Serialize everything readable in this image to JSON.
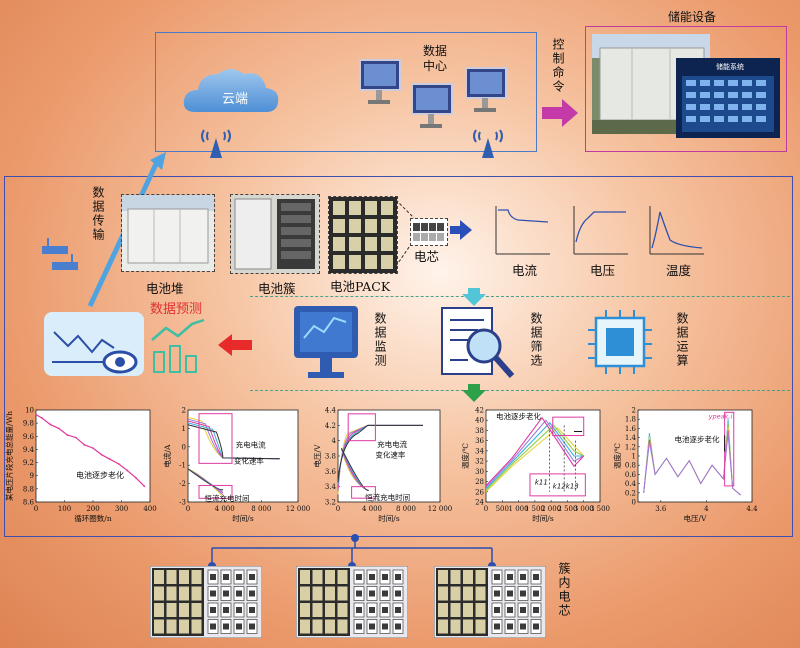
{
  "top": {
    "cloud_label": "云端",
    "datacenter_label": "数据中心",
    "control_label": "控制命令",
    "storage_label": "储能设备",
    "screen_label": "储能系统"
  },
  "hierarchy": {
    "transmission_label": "数据传输",
    "stack_label": "电池堆",
    "cluster_label": "电池簇",
    "pack_label": "电池PACK",
    "cell_label": "电芯",
    "mini_plots": [
      "电流",
      "电压",
      "温度"
    ]
  },
  "process": {
    "prediction_label": "数据预测",
    "monitoring_label": "数据监测",
    "filtering_label": "数据筛选",
    "computing_label": "数据运算"
  },
  "cluster_label": "簇内电芯",
  "chart_data": [
    {
      "type": "line",
      "ylabel": "某电压片段充电总能量/Wh",
      "xlabel": "循环圈数/n",
      "xlim": [
        0,
        400
      ],
      "ylim": [
        8.6,
        10.0
      ],
      "xticks": [
        0,
        100,
        200,
        300,
        400
      ],
      "yticks": [
        8.6,
        8.8,
        9.0,
        9.2,
        9.4,
        9.6,
        9.8,
        10.0
      ],
      "annotation": "电池逐步老化",
      "series": [
        {
          "x": [
            0,
            20,
            50,
            80,
            110,
            140,
            170,
            200,
            230,
            260,
            290,
            320,
            350,
            380
          ],
          "y": [
            9.93,
            9.88,
            9.78,
            9.72,
            9.62,
            9.58,
            9.47,
            9.42,
            9.32,
            9.25,
            9.18,
            9.08,
            8.97,
            8.84
          ]
        }
      ],
      "color": "#e0389a"
    },
    {
      "type": "line",
      "ylabel": "电流/A",
      "xlabel": "时间/s",
      "xlim": [
        0,
        12000
      ],
      "ylim": [
        -3,
        2
      ],
      "xticks": [
        0,
        4000,
        8000,
        12000
      ],
      "xtick_labels": [
        "0",
        "4 000",
        "8 000",
        "12 000"
      ],
      "yticks": [
        -3,
        -2,
        -1,
        0,
        1,
        2
      ],
      "annotations": [
        "充电电流",
        "变化速率",
        "恒流充电时间"
      ]
    },
    {
      "type": "line",
      "ylabel": "电压/V",
      "xlabel": "时间/s",
      "xlim": [
        0,
        12000
      ],
      "ylim": [
        3.2,
        4.4
      ],
      "xticks": [
        0,
        4000,
        8000,
        12000
      ],
      "xtick_labels": [
        "0",
        "4 000",
        "8 000",
        "12 000"
      ],
      "yticks": [
        3.2,
        3.4,
        3.6,
        3.8,
        4.0,
        4.2,
        4.4
      ],
      "annotations": [
        "充电电流",
        "变化速率",
        "恒流充电时间"
      ]
    },
    {
      "type": "line",
      "ylabel": "温度/℃",
      "xlabel": "时间/s",
      "xlim": [
        0,
        3500
      ],
      "ylim": [
        24,
        42
      ],
      "xticks": [
        0,
        500,
        1000,
        1500,
        2000,
        2500,
        3000,
        3500
      ],
      "xtick_labels": [
        "0",
        "500",
        "1 000",
        "1 500",
        "2 000",
        "2 500",
        "3 000",
        "3 500"
      ],
      "yticks": [
        24,
        26,
        28,
        30,
        32,
        34,
        36,
        38,
        40,
        42
      ],
      "annotation": "电池逐步老化",
      "markers": [
        "k11",
        "k12",
        "k13"
      ]
    },
    {
      "type": "line",
      "ylabel": "温度/℃",
      "xlabel": "电压/V",
      "xlim": [
        3.4,
        4.4
      ],
      "ylim": [
        0,
        2.0
      ],
      "xticks": [
        3.6,
        4.0,
        4.4
      ],
      "yticks": [
        0,
        0.2,
        0.4,
        0.6,
        0.8,
        1.0,
        1.2,
        1.4,
        1.6,
        1.8,
        2.0
      ],
      "annotation": "电池逐步老化",
      "peak_label": "ypeak,i"
    }
  ]
}
